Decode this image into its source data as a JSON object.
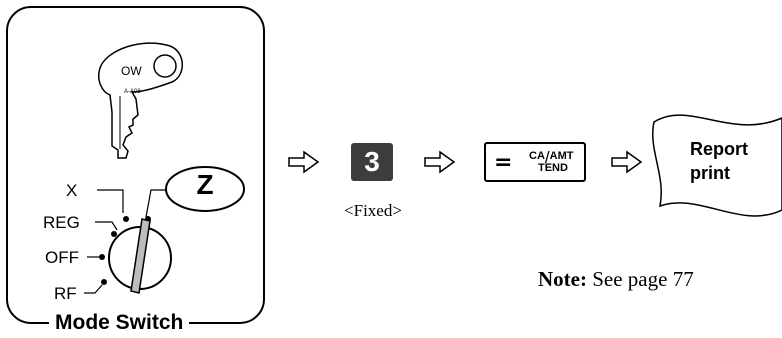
{
  "mode_switch": {
    "title": "Mode Switch",
    "key": {
      "tag": "OW",
      "code": "A-A08"
    },
    "positions": [
      "X",
      "REG",
      "OFF",
      "RF"
    ],
    "selected_position": "Z"
  },
  "steps": {
    "key_3": {
      "label": "3",
      "caption": "<Fixed>"
    },
    "ca_key": {
      "eq": "=",
      "top": "CA",
      "bottom": "AMT",
      "tend": "TEND"
    },
    "report": {
      "line1": "Report",
      "line2": "print"
    }
  },
  "note": {
    "label": "Note:",
    "text": "See page 77"
  },
  "colors": {
    "key_fill": "#3d3d3d",
    "key_text": "#ffffff",
    "line": "#000000",
    "selector_fill": "#bdbdbd"
  },
  "icons": [
    "key-icon",
    "arrow-right-icon",
    "mode-selector-knob-icon",
    "receipt-paper-icon"
  ]
}
